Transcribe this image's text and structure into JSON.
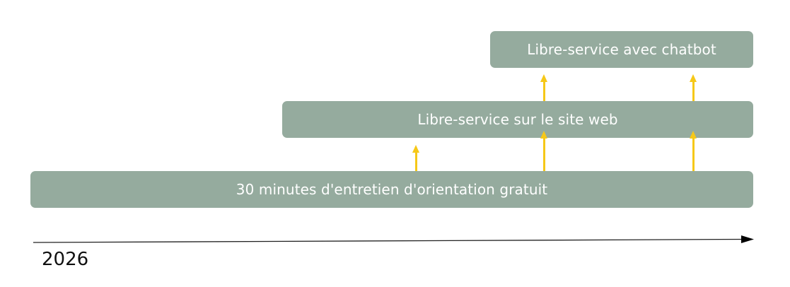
{
  "diagram": {
    "type": "timeline-layers",
    "layers": [
      {
        "label": "Libre-service avec chatbot",
        "level": 3
      },
      {
        "label": "Libre-service sur le site web",
        "level": 2
      },
      {
        "label": "30 minutes d'entretien d'orientation gratuit",
        "level": 1
      }
    ],
    "axis": {
      "start_label": "2026"
    },
    "colors": {
      "bar": "#95ab9e",
      "bar_text": "#ffffff",
      "arrow": "#f6c818",
      "axis": "#111111"
    }
  }
}
